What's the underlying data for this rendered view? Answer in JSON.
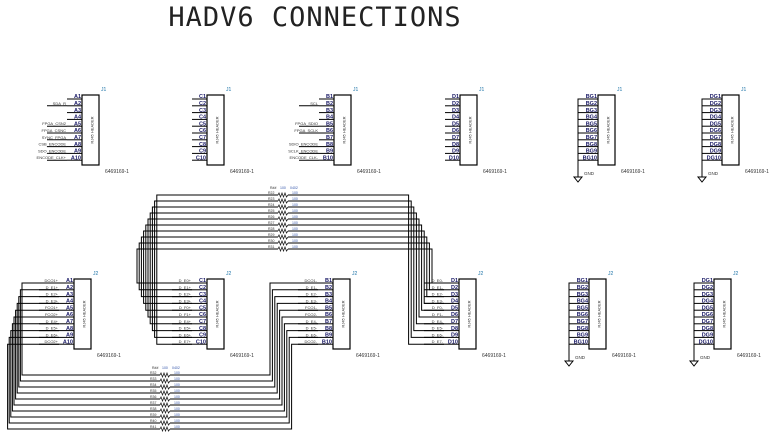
{
  "title": "HADV6 CONNECTIONS",
  "colors": {
    "line": "#000000",
    "pin_text": "#1a1a66",
    "ref_text": "#b07a00",
    "label_text": "#333333"
  },
  "part_number": "6469169-1",
  "header_label": "RJ45 HEADER",
  "gnd_label": "GND",
  "connectors_top": [
    {
      "ref": "J1",
      "prefix": "A",
      "nets": [
        "",
        "SDA_R",
        "",
        "",
        "FPGA_CSN2",
        "FPGA_CSNC",
        "SYNC_FPGA",
        "CSB_ENCODE",
        "SDO_ENCODE",
        "ENCODE_CLK+"
      ]
    },
    {
      "ref": "J1",
      "prefix": "C",
      "nets": [
        "",
        "",
        "",
        "",
        "",
        "",
        "",
        "",
        "",
        ""
      ]
    },
    {
      "ref": "J1",
      "prefix": "B",
      "nets": [
        "",
        "SCL",
        "",
        "",
        "FPGA_SDIO",
        "FPGA_SCLK",
        "",
        "SDIO_ENCODE",
        "SCLK_ENCODE",
        "ENCODE_CLK-"
      ]
    },
    {
      "ref": "J1",
      "prefix": "D",
      "nets": [
        "",
        "",
        "",
        "",
        "",
        "",
        "",
        "",
        "",
        ""
      ]
    },
    {
      "ref": "J1",
      "prefix": "BG",
      "gnd": true,
      "nets": [
        "",
        "",
        "",
        "",
        "",
        "",
        "",
        "",
        "",
        ""
      ]
    },
    {
      "ref": "J1",
      "prefix": "DG",
      "gnd": true,
      "nets": [
        "",
        "",
        "",
        "",
        "",
        "",
        "",
        "",
        "",
        ""
      ]
    }
  ],
  "connectors_bottom": [
    {
      "ref": "J2",
      "prefix": "A",
      "nets": [
        "DCO1+",
        "D_E1+",
        "D_E2+",
        "D_E3+",
        "FCO1+",
        "FCO2+",
        "D_E4+",
        "D_E5+",
        "D_E6+",
        "DCO2+"
      ]
    },
    {
      "ref": "J2",
      "prefix": "C",
      "nets": [
        "D_E0+",
        "D_E1+",
        "D_E2+",
        "D_E3+",
        "D_F0+",
        "D_F1+",
        "D_E4+",
        "D_E5+",
        "D_E6+",
        "D_E7+"
      ]
    },
    {
      "ref": "J2",
      "prefix": "B",
      "nets": [
        "DCO1-",
        "D_E1-",
        "D_E2-",
        "D_E3-",
        "FCO1-",
        "FCO2-",
        "D_E4-",
        "D_E5-",
        "D_E6-",
        "DCO2-"
      ]
    },
    {
      "ref": "J2",
      "prefix": "D",
      "nets": [
        "D_E0-",
        "D_E1-",
        "D_E2-",
        "D_E3-",
        "D_F0-",
        "D_F1-",
        "D_E4-",
        "D_E5-",
        "D_E6-",
        "D_E7-"
      ]
    },
    {
      "ref": "J2",
      "prefix": "BG",
      "gnd": true,
      "nets": [
        "",
        "",
        "",
        "",
        "",
        "",
        "",
        "",
        "",
        ""
      ]
    },
    {
      "ref": "J2",
      "prefix": "DG",
      "gnd": true,
      "nets": [
        "",
        "",
        "",
        "",
        "",
        "",
        "",
        "",
        "",
        ""
      ]
    }
  ],
  "resistor_arrays": [
    {
      "header": [
        "R##",
        "100",
        "0402"
      ],
      "rows": [
        "R22",
        "R23",
        "R24",
        "R25",
        "R26",
        "R27",
        "R28",
        "R29",
        "R30",
        "R31"
      ],
      "value": "100"
    },
    {
      "header": [
        "R##",
        "100",
        "0402"
      ],
      "rows": [
        "R32",
        "R33",
        "R34",
        "R35",
        "R36",
        "R37",
        "R38",
        "R39",
        "R40",
        "R41"
      ],
      "value": "100"
    }
  ]
}
